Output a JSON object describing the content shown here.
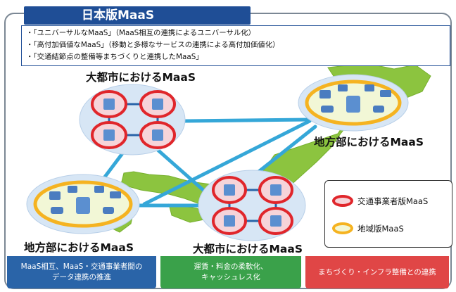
{
  "title": "日本版MaaS",
  "points": [
    "・「ユニバーサルなMaaS」（MaaS相互の連携によるユニバーサル化）",
    "・「高付加価値なMaaS」（移動と多様なサービスの連携による高付加価値化）",
    "・「交通結節点の整備等まちづくりと連携したMaaS」"
  ],
  "labels": {
    "metro_top": "大都市におけるMaaS",
    "regional_right": "地方部におけるMaaS",
    "regional_left": "地方部におけるMaaS",
    "metro_bottom": "大都市におけるMaaS"
  },
  "legend": {
    "operator": "交通事業者版MaaS",
    "regional": "地域版MaaS"
  },
  "footer": {
    "blue_line1": "MaaS相互、MaaS・交通事業者間の",
    "blue_line2": "データ連携の推進",
    "green_line1": "運賃・料金の柔軟化、",
    "green_line2": "キャッシュレス化",
    "red_line1": "まちづくり・インフラ整備との連携"
  },
  "colors": {
    "title_bg": "#1f4e96",
    "link": "#35a7d8",
    "land": "#8cc43f",
    "operator_ring": "#e0262b",
    "regional_ring": "#f5b321",
    "footer_blue": "#2a64a8",
    "footer_green": "#3aa14a",
    "footer_red": "#e04646"
  }
}
